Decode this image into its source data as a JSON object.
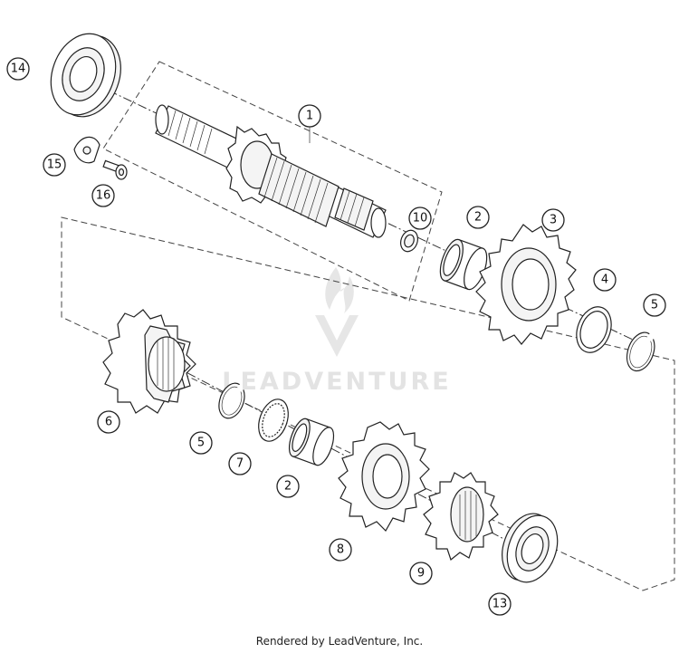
{
  "callouts": [
    "1",
    "2",
    "3",
    "4",
    "5",
    "6",
    "5",
    "7",
    "2",
    "8",
    "9",
    "13",
    "14",
    "15",
    "16",
    "10"
  ],
  "watermark": "LEADVENTURE",
  "footer": "Rendered by LeadVenture, Inc."
}
